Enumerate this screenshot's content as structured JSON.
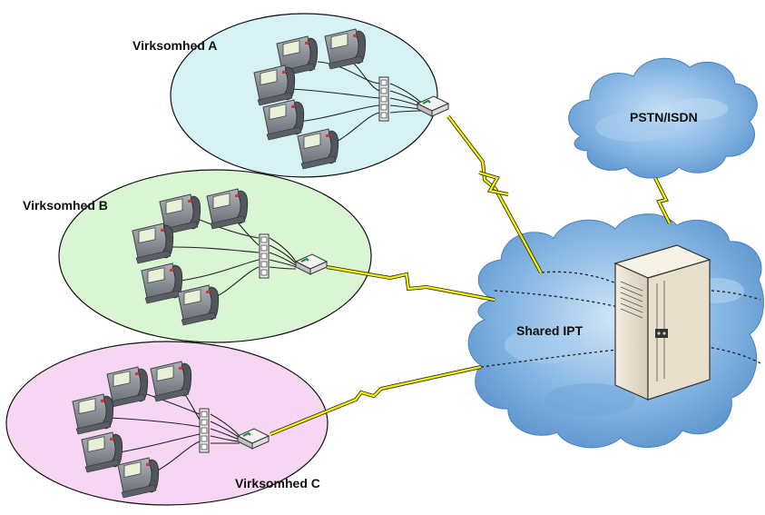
{
  "companies": {
    "a": {
      "label": "Virksomhed A",
      "fill": "#d6f2f4"
    },
    "b": {
      "label": "Virksomhed B",
      "fill": "#d9f5d3"
    },
    "c": {
      "label": "Virksomhed C",
      "fill": "#f6d6f2"
    }
  },
  "clouds": {
    "pstn": {
      "label": "PSTN/ISDN",
      "fill": "#7fb0de"
    },
    "ipt": {
      "label": "Shared IPT",
      "fill": "#8dbbe6"
    }
  },
  "link_color": "#f5f000",
  "icons": [
    "ip-phone-icon",
    "switch-panel-icon",
    "router-icon",
    "server-rack-icon",
    "lightning-link-icon"
  ]
}
